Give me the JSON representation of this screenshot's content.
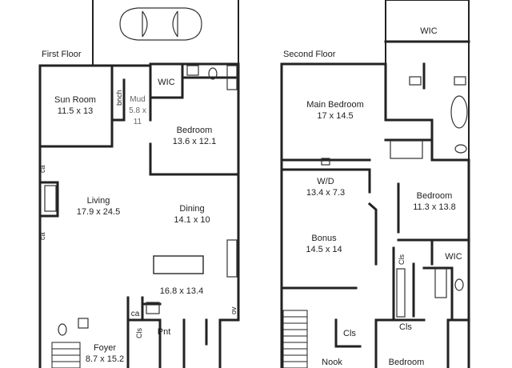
{
  "floors": {
    "first": {
      "title": "First Floor",
      "rooms": {
        "sun_room": {
          "name": "Sun Room",
          "dims": "11.5 x 13"
        },
        "bnch": "bnch",
        "mud": {
          "name": "Mud",
          "dims_a": "5.8 x",
          "dims_b": "11"
        },
        "wic": "WIC",
        "bedroom": {
          "name": "Bedroom",
          "dims": "13.6 x 12.1"
        },
        "ca_top": "ca",
        "ca_bottom": "ca",
        "living": {
          "name": "Living",
          "dims": "17.9 x 24.5"
        },
        "dining": {
          "name": "Dining",
          "dims": "14.1 x 10"
        },
        "kitchen_dims": "16.8 x 13.4",
        "ov": "ov",
        "ca_small": "ca",
        "cls": "Cls",
        "pnt": "Pnt",
        "foyer": {
          "name": "Foyer",
          "dims": "8.7 x 15.2"
        }
      }
    },
    "second": {
      "title": "Second Floor",
      "rooms": {
        "wic_top": "WIC",
        "main_bedroom": {
          "name": "Main Bedroom",
          "dims": "17 x 14.5"
        },
        "wd": {
          "name": "W/D",
          "dims": "13.4 x 7.3"
        },
        "bedroom": {
          "name": "Bedroom",
          "dims": "11.3 x 13.8"
        },
        "bonus": {
          "name": "Bonus",
          "dims": "14.5 x 14"
        },
        "cls_vert": "Cls",
        "wic_right": "WIC",
        "cls_a": "Cls",
        "cls_b": "Cls",
        "nook": "Nook",
        "bedroom_bottom": "Bedroom"
      }
    }
  }
}
